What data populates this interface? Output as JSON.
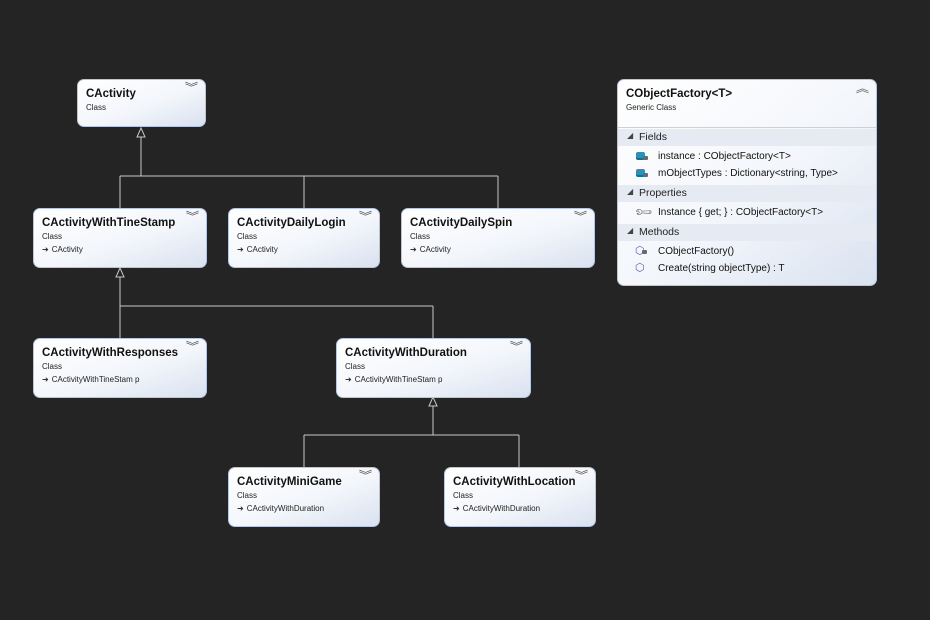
{
  "classes": [
    {
      "name": "CActivity",
      "kind": "Class",
      "base": ""
    },
    {
      "name": "CActivityWithTineStamp",
      "kind": "Class",
      "base": "CActivity"
    },
    {
      "name": "CActivityDailyLogin",
      "kind": "Class",
      "base": "CActivity"
    },
    {
      "name": "CActivityDailySpin",
      "kind": "Class",
      "base": "CActivity"
    },
    {
      "name": "CActivityWithResponses",
      "kind": "Class",
      "base": "CActivityWithTineStam p"
    },
    {
      "name": "CActivityWithDuration",
      "kind": "Class",
      "base": "CActivityWithTineStam p"
    },
    {
      "name": "CActivityMiniGame",
      "kind": "Class",
      "base": "CActivityWithDuration"
    },
    {
      "name": "CActivityWithLocation",
      "kind": "Class",
      "base": "CActivityWithDuration"
    }
  ],
  "factory": {
    "name": "CObjectFactory<T>",
    "kind": "Generic Class",
    "sections": [
      {
        "label": "Fields",
        "members": [
          {
            "icon": "field-lock-icon",
            "text": "instance : CObjectFactory<T>"
          },
          {
            "icon": "field-lock-icon",
            "text": "mObjectTypes : Dictionary<string, Type>"
          }
        ]
      },
      {
        "label": "Properties",
        "members": [
          {
            "icon": "wrench-icon",
            "text": "Instance { get; } : CObjectFactory<T>"
          }
        ]
      },
      {
        "label": "Methods",
        "members": [
          {
            "icon": "method-lock-icon",
            "text": "CObjectFactory()"
          },
          {
            "icon": "method-icon",
            "text": "Create(string objectType) : T"
          }
        ]
      }
    ]
  },
  "colors": {
    "background": "#242424",
    "box_border": "#b7c6dc",
    "connector": "#c8c8c8"
  }
}
